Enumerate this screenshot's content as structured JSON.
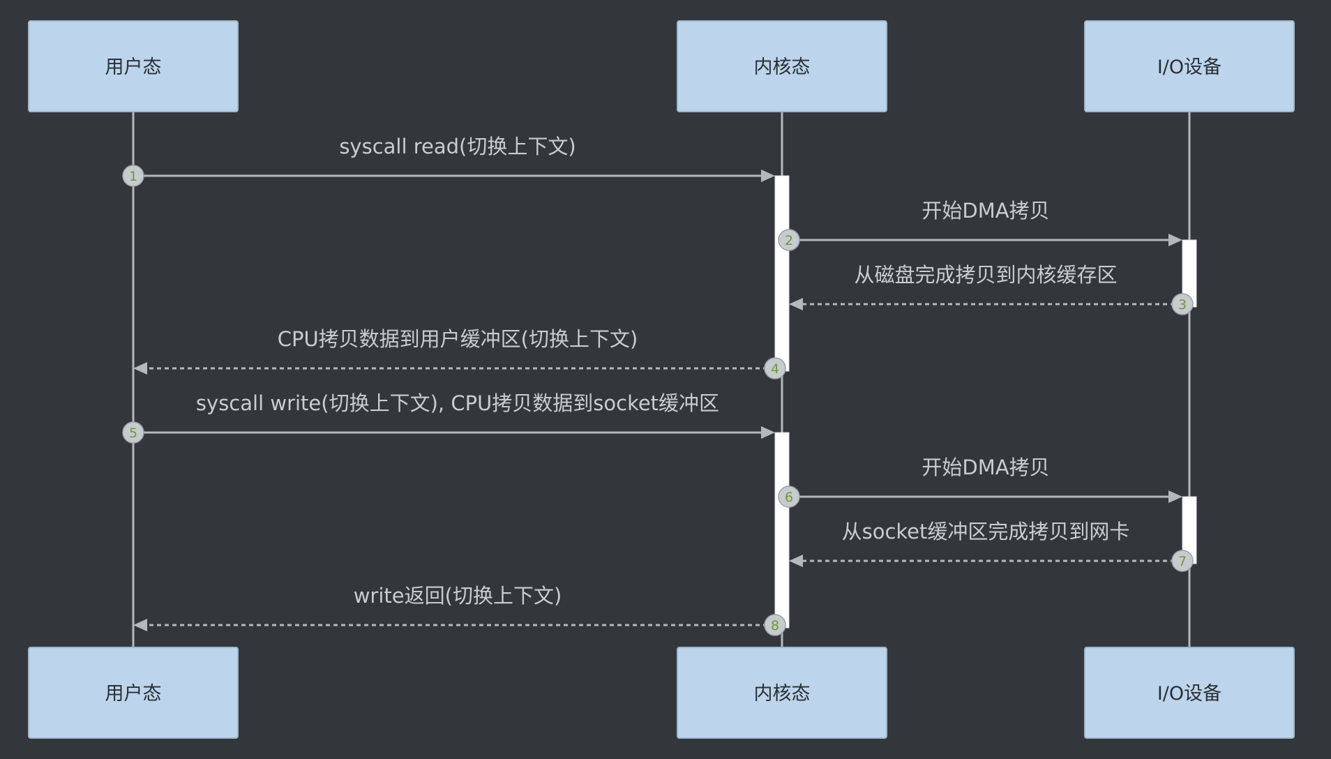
{
  "colors": {
    "background": "#33373b",
    "actor_fill": "#bdd5ec",
    "actor_stroke": "#9fb6cc",
    "actor_text": "#2a2f35",
    "line": "#b4b9be",
    "message_text": "#c9cdd1",
    "activation_fill": "#ffffff",
    "step_circle_fill": "#c6cbd0",
    "step_number": "#6e9a33"
  },
  "participants": [
    {
      "id": "user",
      "label": "用户态"
    },
    {
      "id": "kernel",
      "label": "内核态"
    },
    {
      "id": "io",
      "label": "I/O设备"
    }
  ],
  "messages": [
    {
      "step": "1",
      "from": "user",
      "to": "kernel",
      "style": "solid",
      "label": "syscall read(切换上下文)"
    },
    {
      "step": "2",
      "from": "kernel",
      "to": "io",
      "style": "solid",
      "label": "开始DMA拷贝"
    },
    {
      "step": "3",
      "from": "io",
      "to": "kernel",
      "style": "dashed",
      "label": "从磁盘完成拷贝到内核缓存区"
    },
    {
      "step": "4",
      "from": "kernel",
      "to": "user",
      "style": "dashed",
      "label": "CPU拷贝数据到用户缓冲区(切换上下文)"
    },
    {
      "step": "5",
      "from": "user",
      "to": "kernel",
      "style": "solid",
      "label": "syscall write(切换上下文), CPU拷贝数据到socket缓冲区"
    },
    {
      "step": "6",
      "from": "kernel",
      "to": "io",
      "style": "solid",
      "label": "开始DMA拷贝"
    },
    {
      "step": "7",
      "from": "io",
      "to": "kernel",
      "style": "dashed",
      "label": "从socket缓冲区完成拷贝到网卡"
    },
    {
      "step": "8",
      "from": "kernel",
      "to": "user",
      "style": "dashed",
      "label": "write返回(切换上下文)"
    }
  ],
  "activations": [
    {
      "participant": "kernel",
      "from_step": "1",
      "to_step": "4"
    },
    {
      "participant": "io",
      "from_step": "2",
      "to_step": "3"
    },
    {
      "participant": "kernel",
      "from_step": "5",
      "to_step": "8"
    },
    {
      "participant": "io",
      "from_step": "6",
      "to_step": "7"
    }
  ]
}
